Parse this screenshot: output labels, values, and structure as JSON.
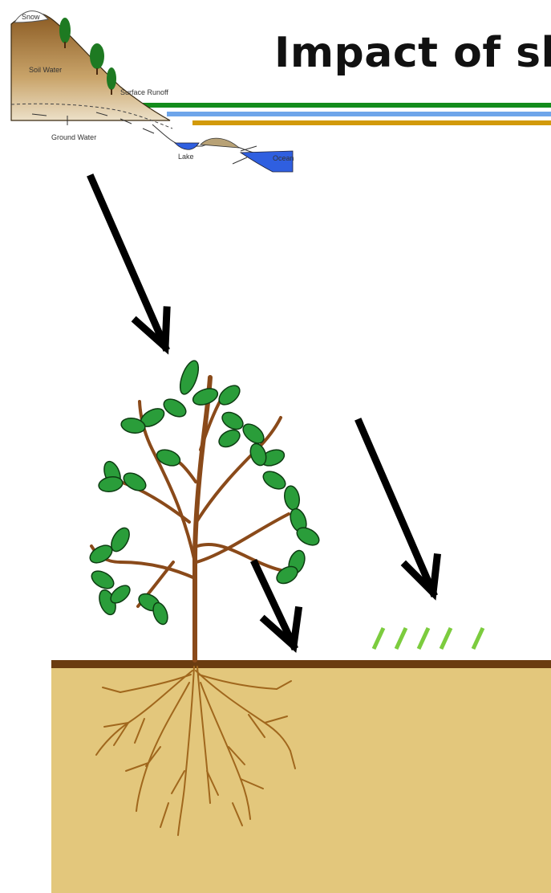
{
  "slide": {
    "title": "Impact of sl",
    "accent_colors": {
      "green": "#138c1c",
      "blue": "#6ea5ea",
      "gold": "#d29a0a"
    }
  },
  "hydro_diagram": {
    "snow_label": "Snow",
    "soil_water_label": "Soil Water",
    "surface_runoff_label": "Surface Runoff",
    "ground_water_label": "Ground Water",
    "lake_label": "Lake",
    "ocean_label": "Ocean"
  },
  "scene": {
    "soil_color": "#e3c77c",
    "soil_line_color": "#6b3c10",
    "leaf_color": "#2a9d3a",
    "stem_color": "#8a4a1a",
    "root_color": "#a0671d",
    "arrow_color": "#000000",
    "grass_color": "#7ccc3e"
  }
}
